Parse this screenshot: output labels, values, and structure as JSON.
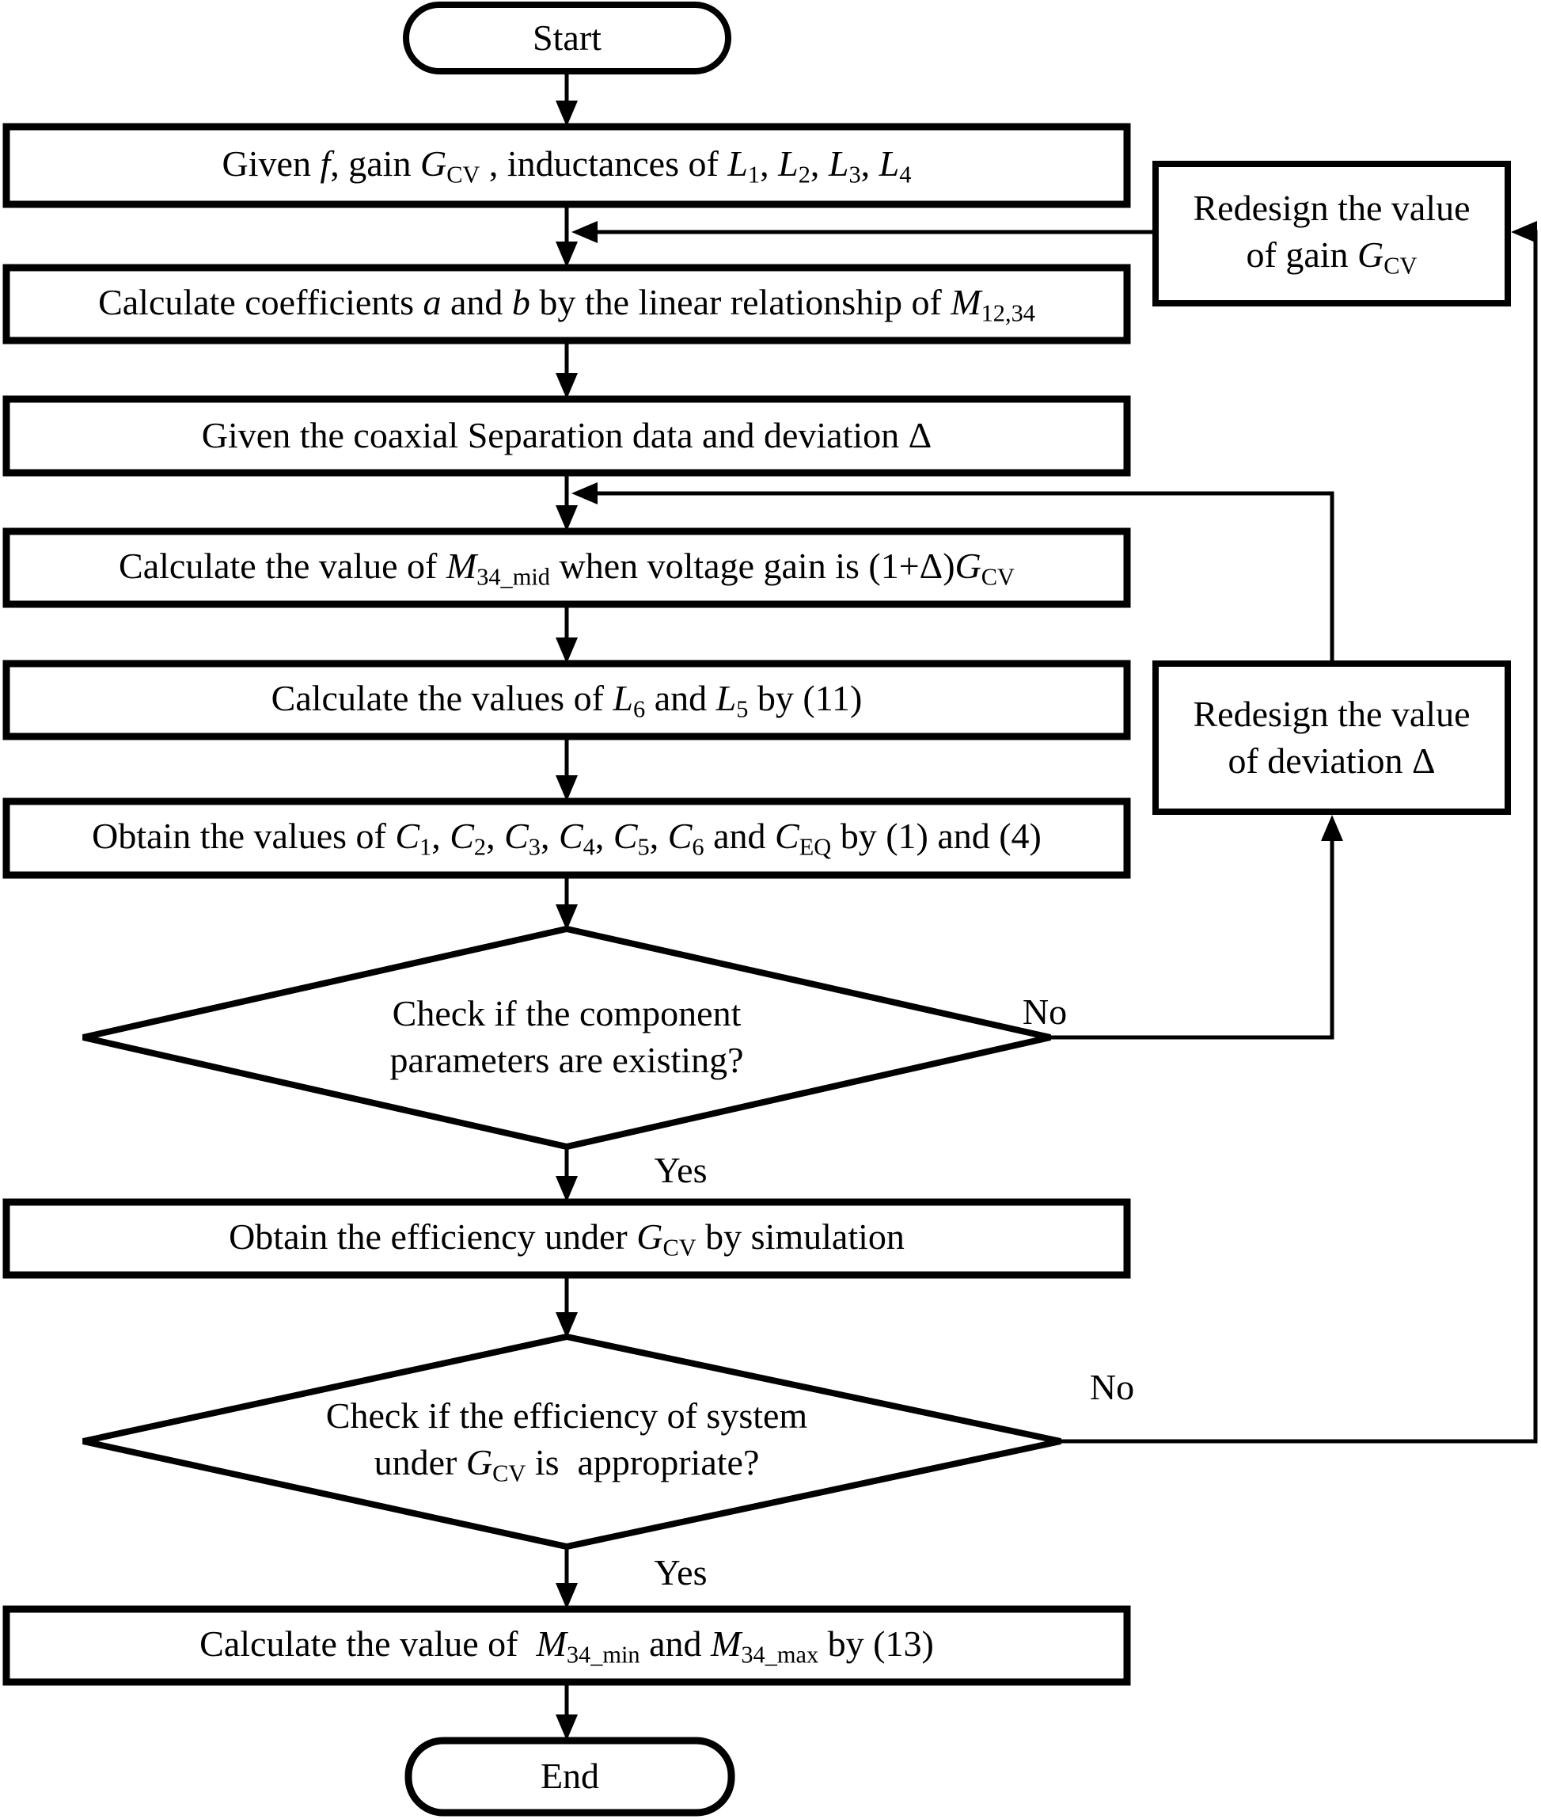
{
  "figure": {
    "type": "flowchart",
    "background_color": "#ffffff",
    "line_color": "#000000",
    "text_color": "#000000"
  },
  "flowchart": {
    "start": {
      "label": "Start"
    },
    "end": {
      "label": "End"
    },
    "steps": [
      {
        "name": "given-inputs",
        "lines": [
          [
            {
              "t": "Given "
            },
            {
              "t": "f",
              "i": 1
            },
            {
              "t": ", gain "
            },
            {
              "t": "G",
              "i": 1
            },
            {
              "t": "CV",
              "sub": 1
            },
            {
              "t": " , inductances of "
            },
            {
              "t": "L",
              "i": 1
            },
            {
              "t": "1",
              "sub": 1
            },
            {
              "t": ", "
            },
            {
              "t": "L",
              "i": 1
            },
            {
              "t": "2",
              "sub": 1
            },
            {
              "t": ", "
            },
            {
              "t": "L",
              "i": 1
            },
            {
              "t": "3",
              "sub": 1
            },
            {
              "t": ", "
            },
            {
              "t": "L",
              "i": 1
            },
            {
              "t": "4",
              "sub": 1
            }
          ]
        ]
      },
      {
        "name": "calculate-coefficients",
        "lines": [
          [
            {
              "t": "Calculate coefficients "
            },
            {
              "t": "a",
              "i": 1
            },
            {
              "t": " and "
            },
            {
              "t": "b",
              "i": 1
            },
            {
              "t": " by the linear relationship of "
            },
            {
              "t": "M",
              "i": 1
            },
            {
              "t": "12,34",
              "sub": 1
            }
          ]
        ]
      },
      {
        "name": "given-separation-data",
        "lines": [
          [
            {
              "t": "Given the coaxial Separation data and deviation Δ"
            }
          ]
        ]
      },
      {
        "name": "calculate-m34mid",
        "lines": [
          [
            {
              "t": "Calculate the value of "
            },
            {
              "t": "M",
              "i": 1
            },
            {
              "t": "34_mid",
              "sub": 1
            },
            {
              "t": " when voltage gain is (1+Δ)"
            },
            {
              "t": "G",
              "i": 1
            },
            {
              "t": "CV",
              "sub": 1
            }
          ]
        ]
      },
      {
        "name": "calculate-l6-l5",
        "lines": [
          [
            {
              "t": "Calculate the values of "
            },
            {
              "t": "L",
              "i": 1
            },
            {
              "t": "6",
              "sub": 1
            },
            {
              "t": " and "
            },
            {
              "t": "L",
              "i": 1
            },
            {
              "t": "5",
              "sub": 1
            },
            {
              "t": " by (11)"
            }
          ]
        ]
      },
      {
        "name": "obtain-capacitor-values",
        "lines": [
          [
            {
              "t": "Obtain the values of "
            },
            {
              "t": "C",
              "i": 1
            },
            {
              "t": "1",
              "sub": 1
            },
            {
              "t": ", "
            },
            {
              "t": "C",
              "i": 1
            },
            {
              "t": "2",
              "sub": 1
            },
            {
              "t": ", "
            },
            {
              "t": "C",
              "i": 1
            },
            {
              "t": "3",
              "sub": 1
            },
            {
              "t": ", "
            },
            {
              "t": "C",
              "i": 1
            },
            {
              "t": "4",
              "sub": 1
            },
            {
              "t": ", "
            },
            {
              "t": "C",
              "i": 1
            },
            {
              "t": "5",
              "sub": 1
            },
            {
              "t": ", "
            },
            {
              "t": "C",
              "i": 1
            },
            {
              "t": "6",
              "sub": 1
            },
            {
              "t": " and "
            },
            {
              "t": "C",
              "i": 1
            },
            {
              "t": "EQ",
              "sub": 1
            },
            {
              "t": " by (1) and (4)"
            }
          ]
        ]
      },
      {
        "name": "obtain-efficiency",
        "lines": [
          [
            {
              "t": "Obtain the efficiency under "
            },
            {
              "t": "G",
              "i": 1
            },
            {
              "t": "CV",
              "sub": 1
            },
            {
              "t": " by simulation"
            }
          ]
        ]
      },
      {
        "name": "calculate-m34-min-max",
        "lines": [
          [
            {
              "t": "Calculate the value of  "
            },
            {
              "t": "M",
              "i": 1
            },
            {
              "t": "34_min",
              "sub": 1
            },
            {
              "t": " and "
            },
            {
              "t": "M",
              "i": 1
            },
            {
              "t": "34_max",
              "sub": 1
            },
            {
              "t": " by (13)"
            }
          ]
        ]
      }
    ],
    "decisions": [
      {
        "name": "check-component-parameters",
        "lines": [
          [
            {
              "t": "Check if the component"
            }
          ],
          [
            {
              "t": "parameters are existing?"
            }
          ]
        ],
        "yes": "Yes",
        "no": "No"
      },
      {
        "name": "check-efficiency-appropriate",
        "lines": [
          [
            {
              "t": "Check if the efficiency of system"
            }
          ],
          [
            {
              "t": "under "
            },
            {
              "t": "G",
              "i": 1
            },
            {
              "t": "CV",
              "sub": 1
            },
            {
              "t": " is  appropriate?"
            }
          ]
        ],
        "yes": "Yes",
        "no": "No"
      }
    ],
    "feedback": [
      {
        "name": "redesign-gain",
        "lines": [
          [
            {
              "t": "Redesign the value"
            }
          ],
          [
            {
              "t": "of gain "
            },
            {
              "t": "G",
              "i": 1
            },
            {
              "t": "CV",
              "sub": 1
            }
          ]
        ]
      },
      {
        "name": "redesign-deviation",
        "lines": [
          [
            {
              "t": "Redesign the value"
            }
          ],
          [
            {
              "t": "of deviation Δ"
            }
          ]
        ]
      }
    ]
  }
}
